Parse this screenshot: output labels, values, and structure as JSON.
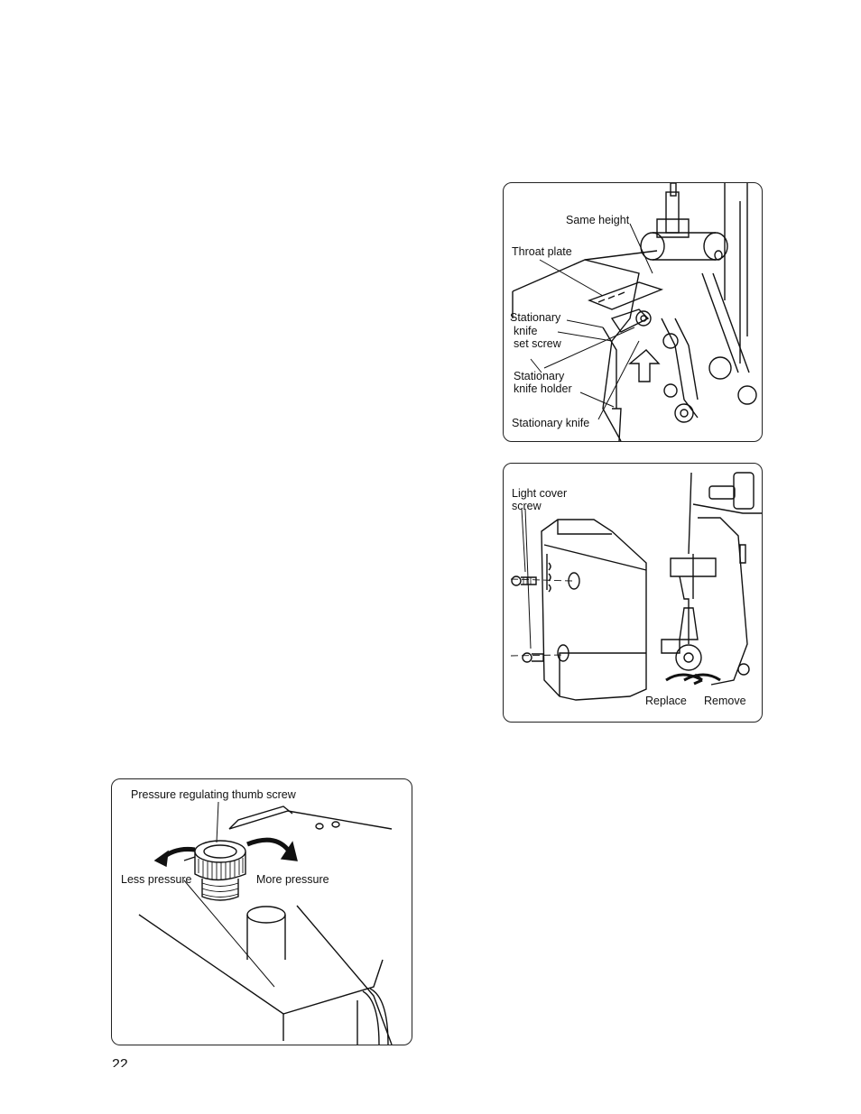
{
  "figure_top": {
    "labels": {
      "same_height": "Same height",
      "throat_plate": "Throat plate",
      "stationary_knife_set_screw": [
        "Stationary",
        "knife",
        "set screw"
      ],
      "stationary_knife_holder": [
        "Stationary",
        "knife holder"
      ],
      "stationary_knife": "Stationary knife"
    }
  },
  "figure_middle": {
    "labels": {
      "light_cover_screw": [
        "Light cover",
        "screw"
      ],
      "replace": "Replace",
      "remove": "Remove"
    }
  },
  "figure_bottom": {
    "labels": {
      "pressure_screw": "Pressure regulating thumb screw",
      "less_pressure": "Less pressure",
      "more_pressure": "More pressure"
    }
  },
  "page": {
    "number": "22"
  }
}
